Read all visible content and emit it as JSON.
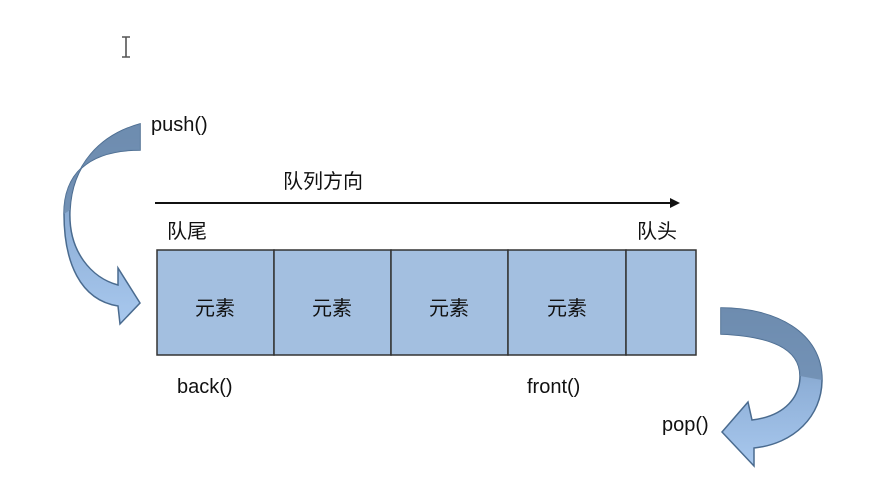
{
  "labels": {
    "push": "push()",
    "pop": "pop()",
    "direction": "队列方向",
    "tail": "队尾",
    "head": "队头",
    "back": "back()",
    "front": "front()"
  },
  "cells": [
    "元素",
    "元素",
    "元素",
    "元素",
    ""
  ],
  "colors": {
    "cell_fill": "#a3bfe0",
    "cell_stroke": "#333333",
    "arrow_light": "#9cbde6",
    "arrow_dark": "#6a87a8",
    "arrow_stroke": "#4a6b8f"
  },
  "icons": {
    "cursor": "text-cursor-icon",
    "push_arrow": "curved-arrow-icon",
    "pop_arrow": "curved-arrow-icon",
    "direction_arrow": "right-arrow-icon"
  }
}
